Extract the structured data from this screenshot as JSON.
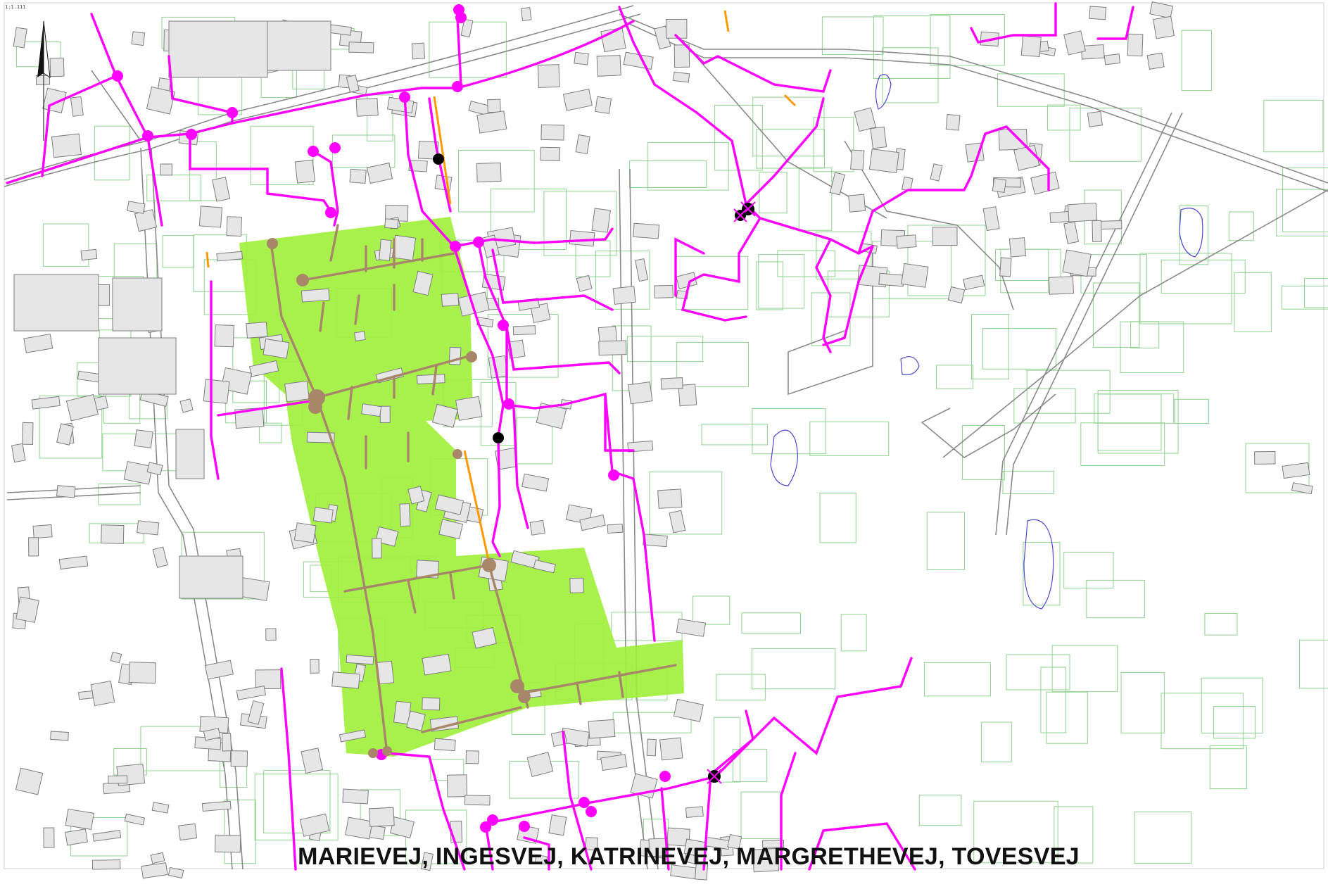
{
  "map": {
    "caption": "MARIEVEJ, INGESVEJ, KATRINEVEJ, MARGRETHEVEJ, TOVESVEJ",
    "scale_text": "1:1.111",
    "north_arrow": "north-arrow-icon",
    "colors": {
      "background": "#ffffff",
      "building_fill": "#e6e6e6",
      "building_stroke": "#7d7d7d",
      "road_line": "#8a8a8a",
      "parcel_line": "#8ed38e",
      "project_area": "#9ef03a",
      "planned_pipe": "#a8866a",
      "existing_pipe": "#ff00ff",
      "pipe_orange": "#ff9900",
      "water": "#4a4ad0",
      "valve_black": "#000000"
    },
    "legend_symbols": [
      "project-area",
      "planned-sewer",
      "existing-sewer",
      "manhole-node",
      "valve-marker"
    ]
  }
}
